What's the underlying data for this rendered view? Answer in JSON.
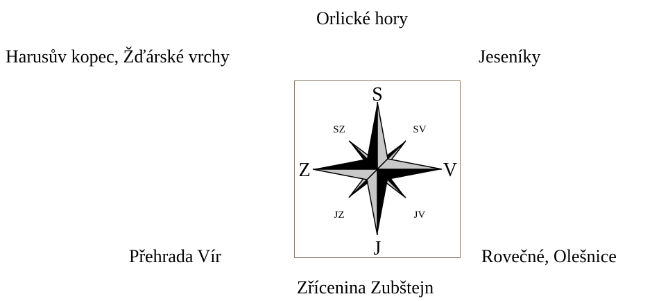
{
  "places": {
    "north": "Orlické hory",
    "northwest": "Harusův kopec, Žďárské vrchy",
    "northeast": "Jeseníky",
    "southwest": "Přehrada Vír",
    "southeast": "Rovečné, Olešnice",
    "south": "Zřícenina Zubštejn"
  },
  "compass_rose": {
    "north": "S",
    "south": "J",
    "east": "V",
    "west": "Z",
    "northwest": "SZ",
    "northeast": "SV",
    "southwest": "JZ",
    "southeast": "JV"
  },
  "colors": {
    "dark_point": "#000000",
    "light_point": "#c8c8c8",
    "frame": "#8a7a6a"
  }
}
